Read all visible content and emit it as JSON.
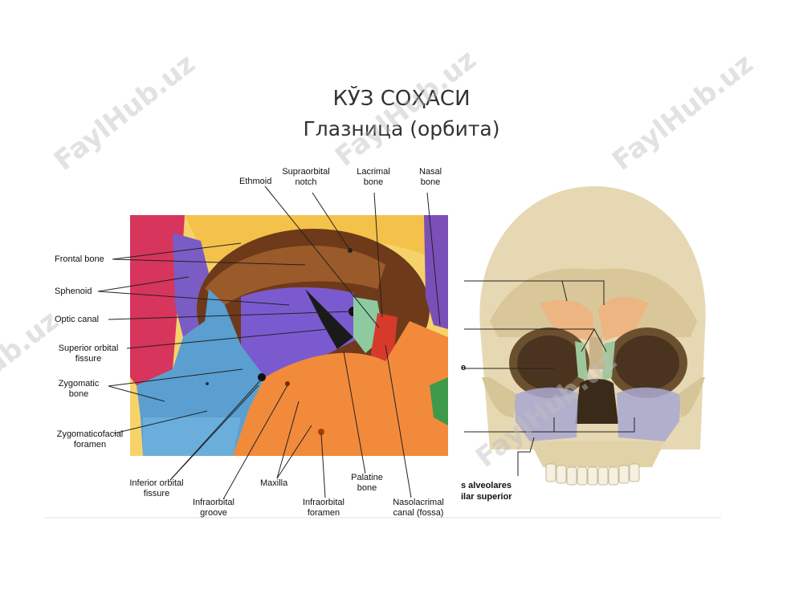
{
  "title": "КЎЗ СОҲАСИ",
  "subtitle": "Глазница (орбита)",
  "watermark": "FaylHub.uz",
  "labels": {
    "ethmoid": "Ethmoid",
    "supraorbital_notch": [
      "Supraorbital",
      "notch"
    ],
    "lacrimal_bone": [
      "Lacrimal",
      "bone"
    ],
    "nasal_bone": [
      "Nasal",
      "bone"
    ],
    "frontal_bone": "Frontal bone",
    "sphenoid": "Sphenoid",
    "optic_canal": "Optic canal",
    "superior_orbital_fissure": [
      "Superior orbital",
      "fissure"
    ],
    "zygomatic_bone": [
      "Zygomatic",
      "bone"
    ],
    "zygomaticofacial_foramen": [
      "Zygomaticofacial",
      "foramen"
    ],
    "inferior_orbital_fissure": [
      "Inferior orbital",
      "fissure"
    ],
    "infraorbital_groove": [
      "Infraorbital",
      "groove"
    ],
    "maxilla": "Maxilla",
    "palatine_bone": [
      "Palatine",
      "bone"
    ],
    "infraorbital_foramen": [
      "Infraorbital",
      "foramen"
    ],
    "nasolacrimal_canal": [
      "Nasolacrimal",
      "canal (fossa)"
    ],
    "right_e": "e",
    "alveolares": "s alveolares",
    "maxillar_superior": "ilar superior"
  },
  "colors": {
    "frontal": "#f4c24a",
    "sphenoid": "#7a5cc4",
    "zygomatic": "#5a9fd0",
    "maxilla": "#f28a3c",
    "ethmoid": "#8ecaa0",
    "lacrimal": "#d63a2a",
    "nasal": "#7b4fb8",
    "temporal": "#d7355c"
  }
}
